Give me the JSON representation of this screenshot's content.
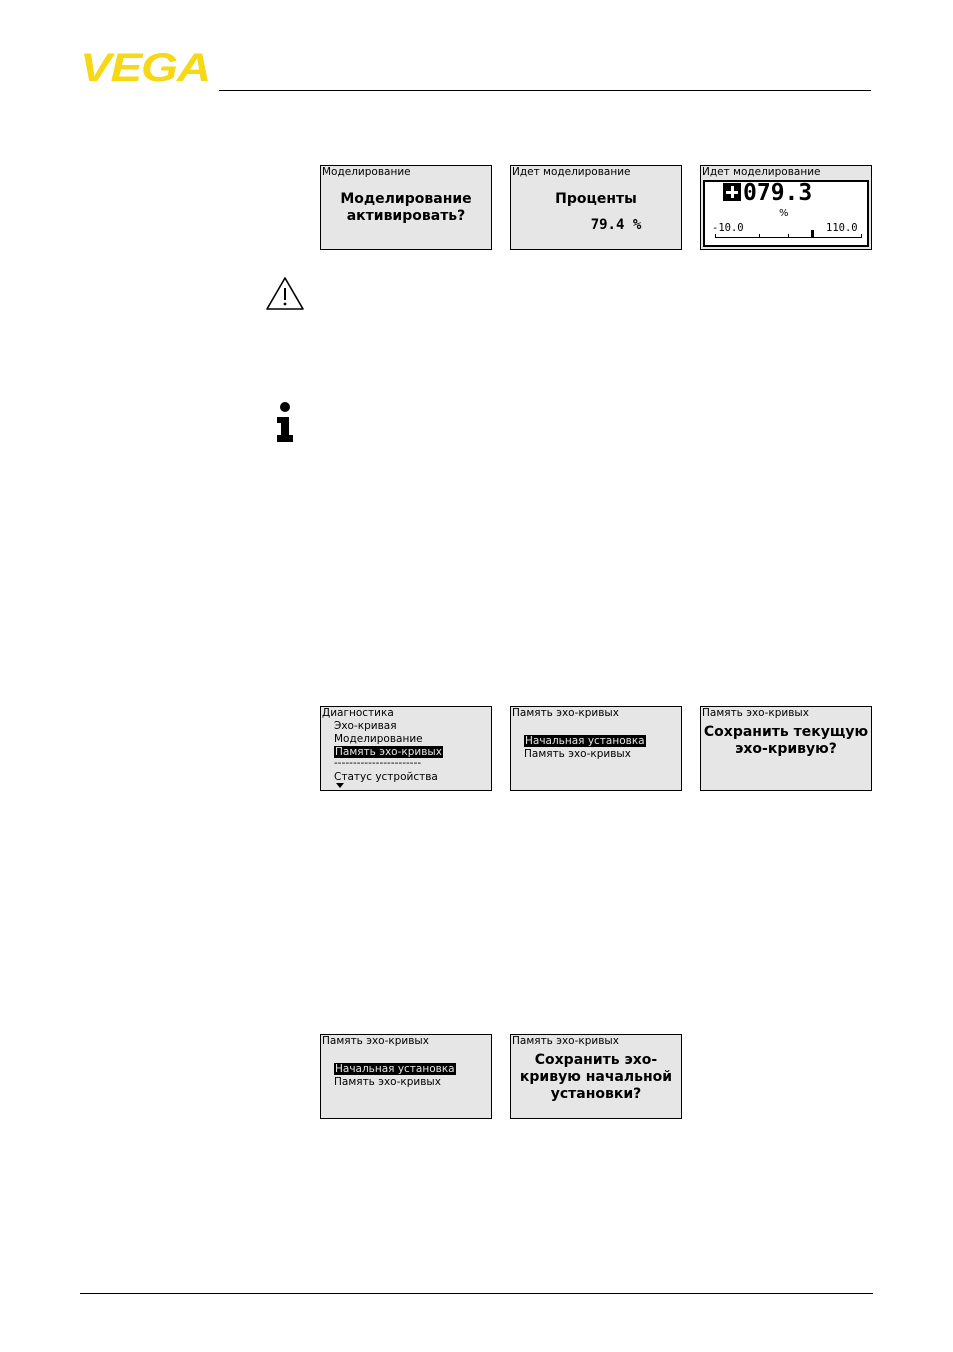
{
  "header": {
    "logo_text": "VEGA",
    "brand_color": "#f6d816"
  },
  "screens_row1": {
    "sim_activate": {
      "title": "Моделирование",
      "line1": "Моделирование",
      "line2": "активировать?"
    },
    "sim_percent": {
      "title": "Идет моделирование",
      "label": "Проценты",
      "value": "79.4 %"
    },
    "sim_value": {
      "title": "Идет моделирование",
      "value": "079.3",
      "unit": "%",
      "range_min": "-10.0",
      "range_max": "110.0"
    }
  },
  "screens_row2": {
    "diagnostics_menu": {
      "title": "Диагностика",
      "items": [
        "Эхо-кривая",
        "Моделирование",
        "Память эхо-кривых",
        "-----------------------",
        "Статус устройства"
      ]
    },
    "echo_memory_menu": {
      "title": "Память эхо-кривых",
      "items": [
        "Начальная установка",
        "Память эхо-кривых"
      ]
    },
    "save_current": {
      "title": "Память эхо-кривых",
      "line1": "Сохранить текущую",
      "line2": "эхо-кривую?"
    }
  },
  "screens_row3": {
    "echo_memory_menu": {
      "title": "Память эхо-кривых",
      "items": [
        "Начальная установка",
        "Память эхо-кривых"
      ]
    },
    "save_initial": {
      "title": "Память эхо-кривых",
      "line1": "Сохранить эхо-",
      "line2": "кривую начальной",
      "line3": "установки?"
    }
  }
}
